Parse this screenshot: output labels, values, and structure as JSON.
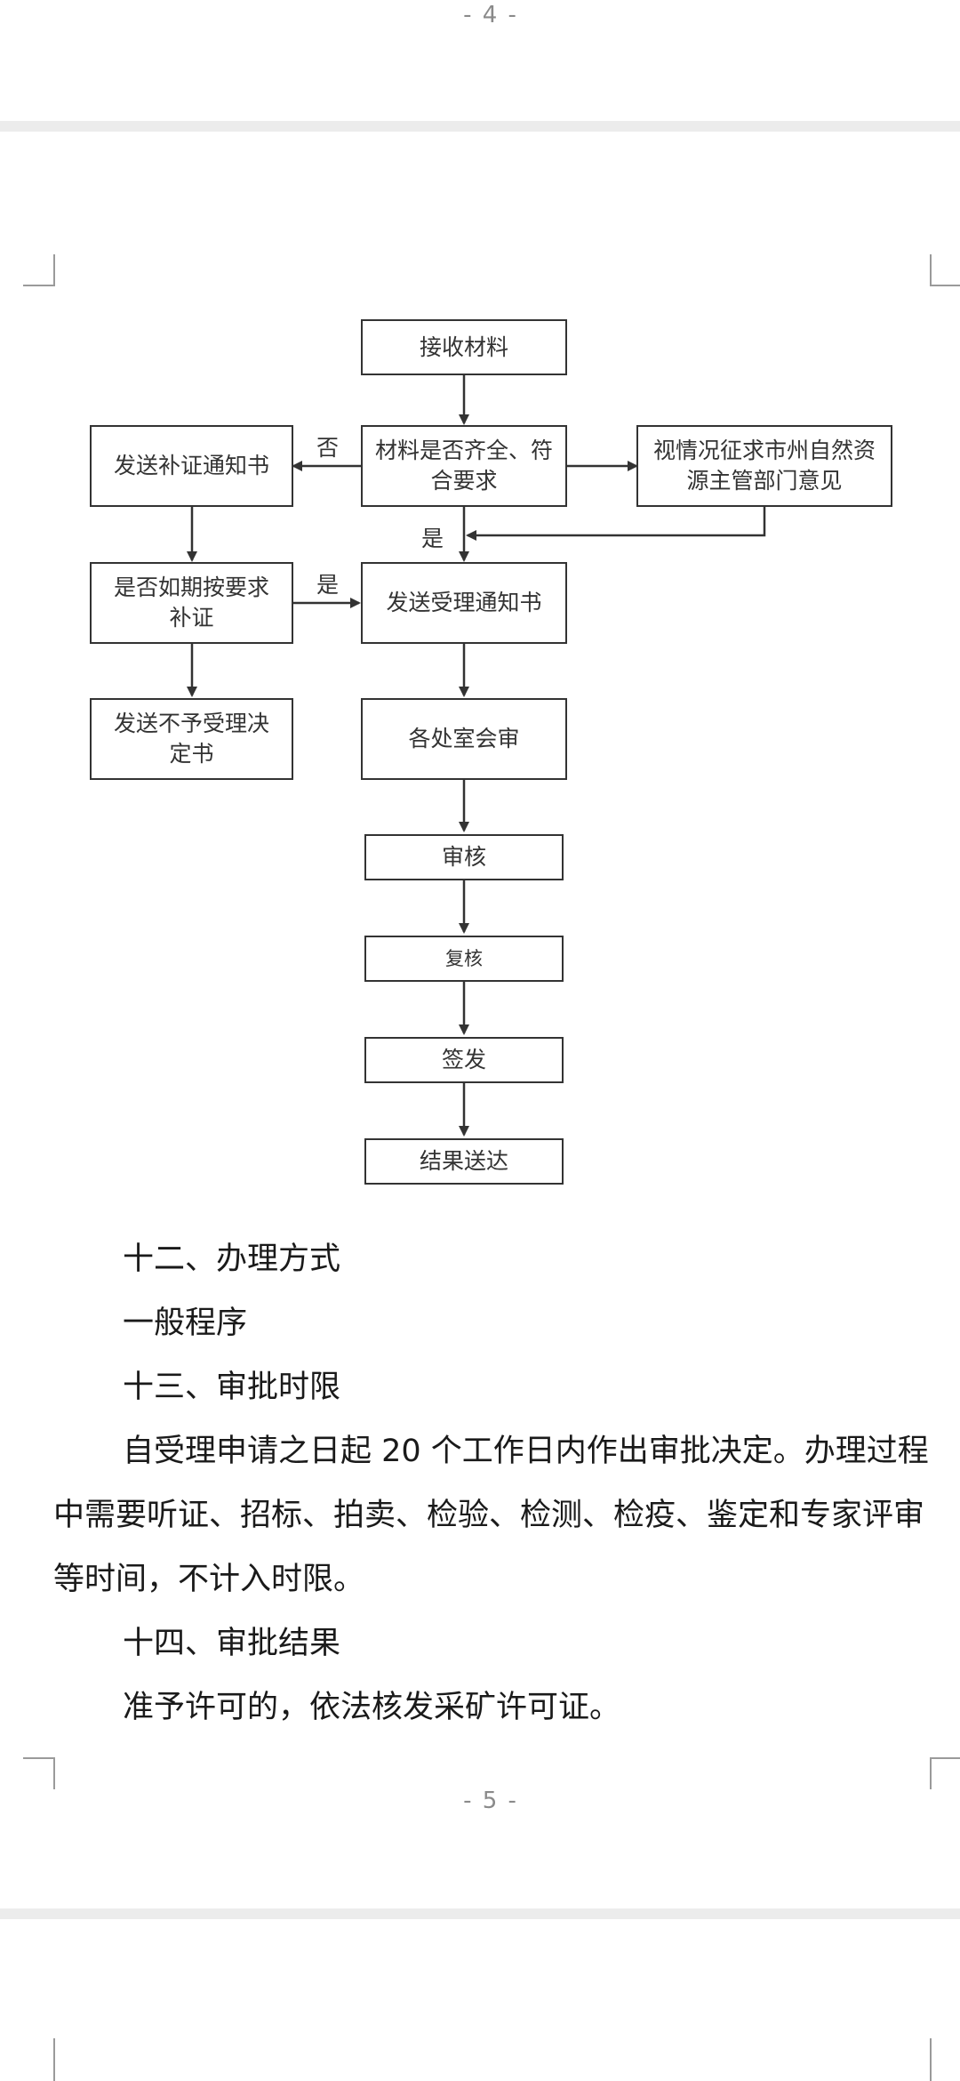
{
  "page_numbers": {
    "previous": "- 4 -",
    "current": "- 5 -"
  },
  "flowchart": {
    "nodes": {
      "receive": "接收材料",
      "check": "材料是否齐全、符合要求",
      "consult": "视情况征求市州自然资源主管部门意见",
      "notice_supplement": "发送补证通知书",
      "supplement_on_time": "是否如期按要求补证",
      "accept_notice": "发送受理通知书",
      "reject_decision": "发送不予受理决定书",
      "joint_review": "各处室会审",
      "review": "审核",
      "recheck": "复核",
      "sign": "签发",
      "deliver": "结果送达"
    },
    "edge_labels": {
      "no": "否",
      "yes_consult": "是",
      "yes_supplement": "是"
    }
  },
  "sections": [
    {
      "heading": "十二、办理方式",
      "body": "一般程序"
    },
    {
      "heading": "十三、审批时限",
      "body": "自受理申请之日起 20 个工作日内作出审批决定。办理过程中需要听证、招标、拍卖、检验、检测、检疫、鉴定和专家评审等时间，不计入时限。"
    },
    {
      "heading": "十四、审批结果",
      "body": "准予许可的，依法核发采矿许可证。"
    }
  ]
}
